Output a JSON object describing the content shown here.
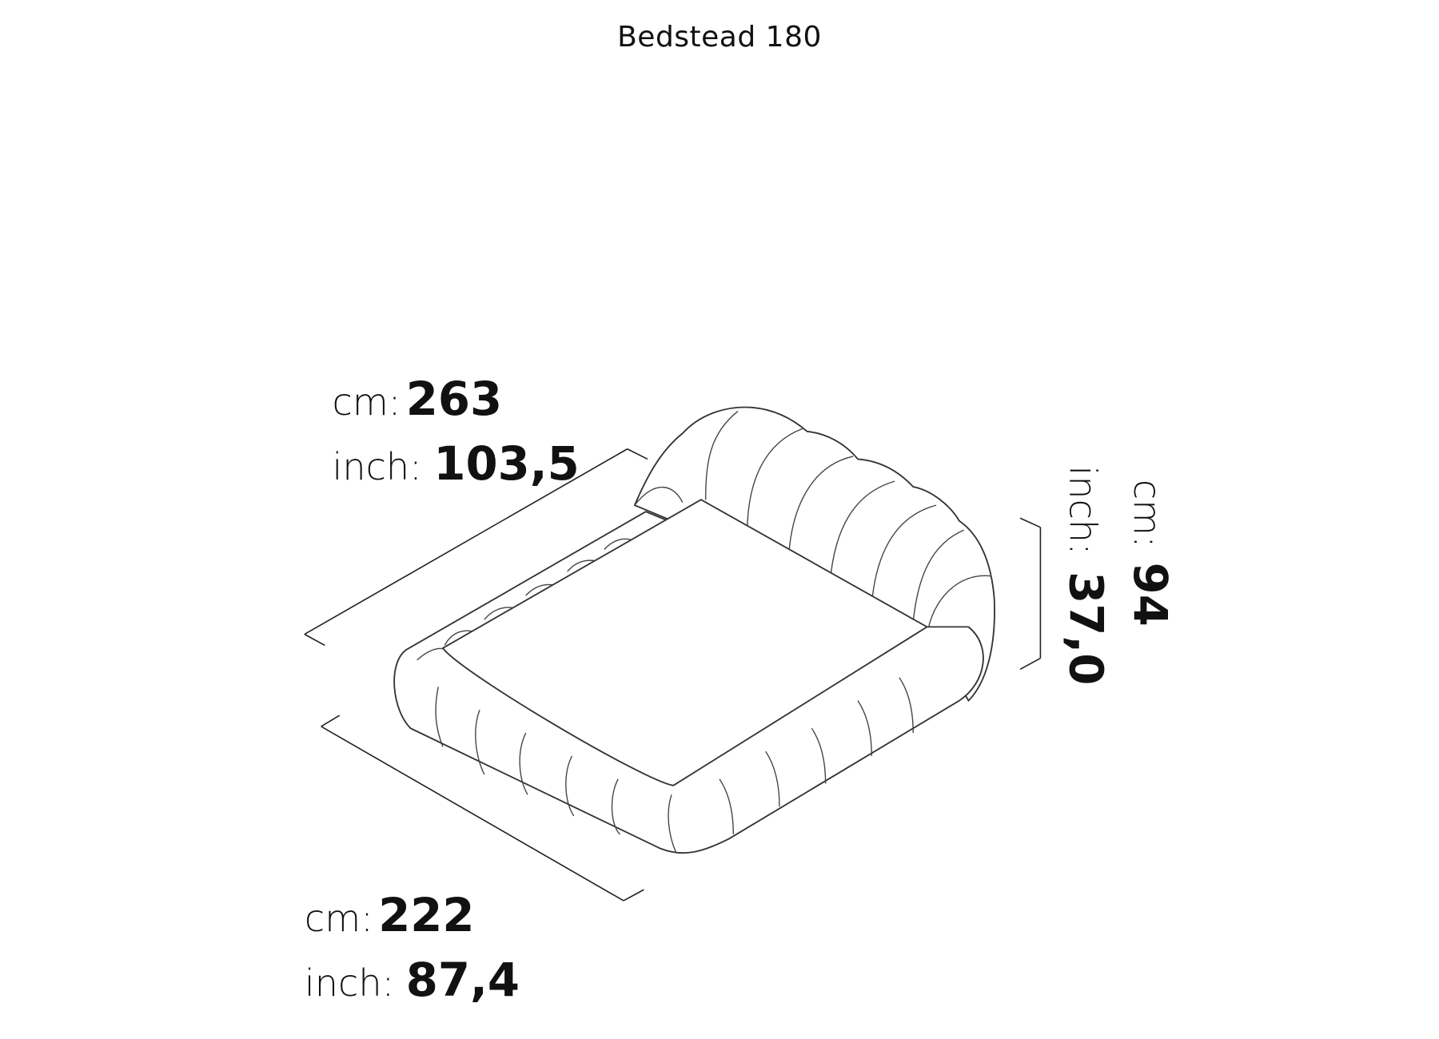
{
  "title": "Bedstead 180",
  "dimensions": {
    "length": {
      "cm_label": "cm:",
      "cm_value": "263",
      "inch_label": "inch:",
      "inch_value": "103,5"
    },
    "width": {
      "cm_label": "cm:",
      "cm_value": "222",
      "inch_label": "inch:",
      "inch_value": "87,4"
    },
    "height": {
      "cm_label": "cm:",
      "cm_value": "94",
      "inch_label": "inch:",
      "inch_value": "37,0"
    }
  }
}
